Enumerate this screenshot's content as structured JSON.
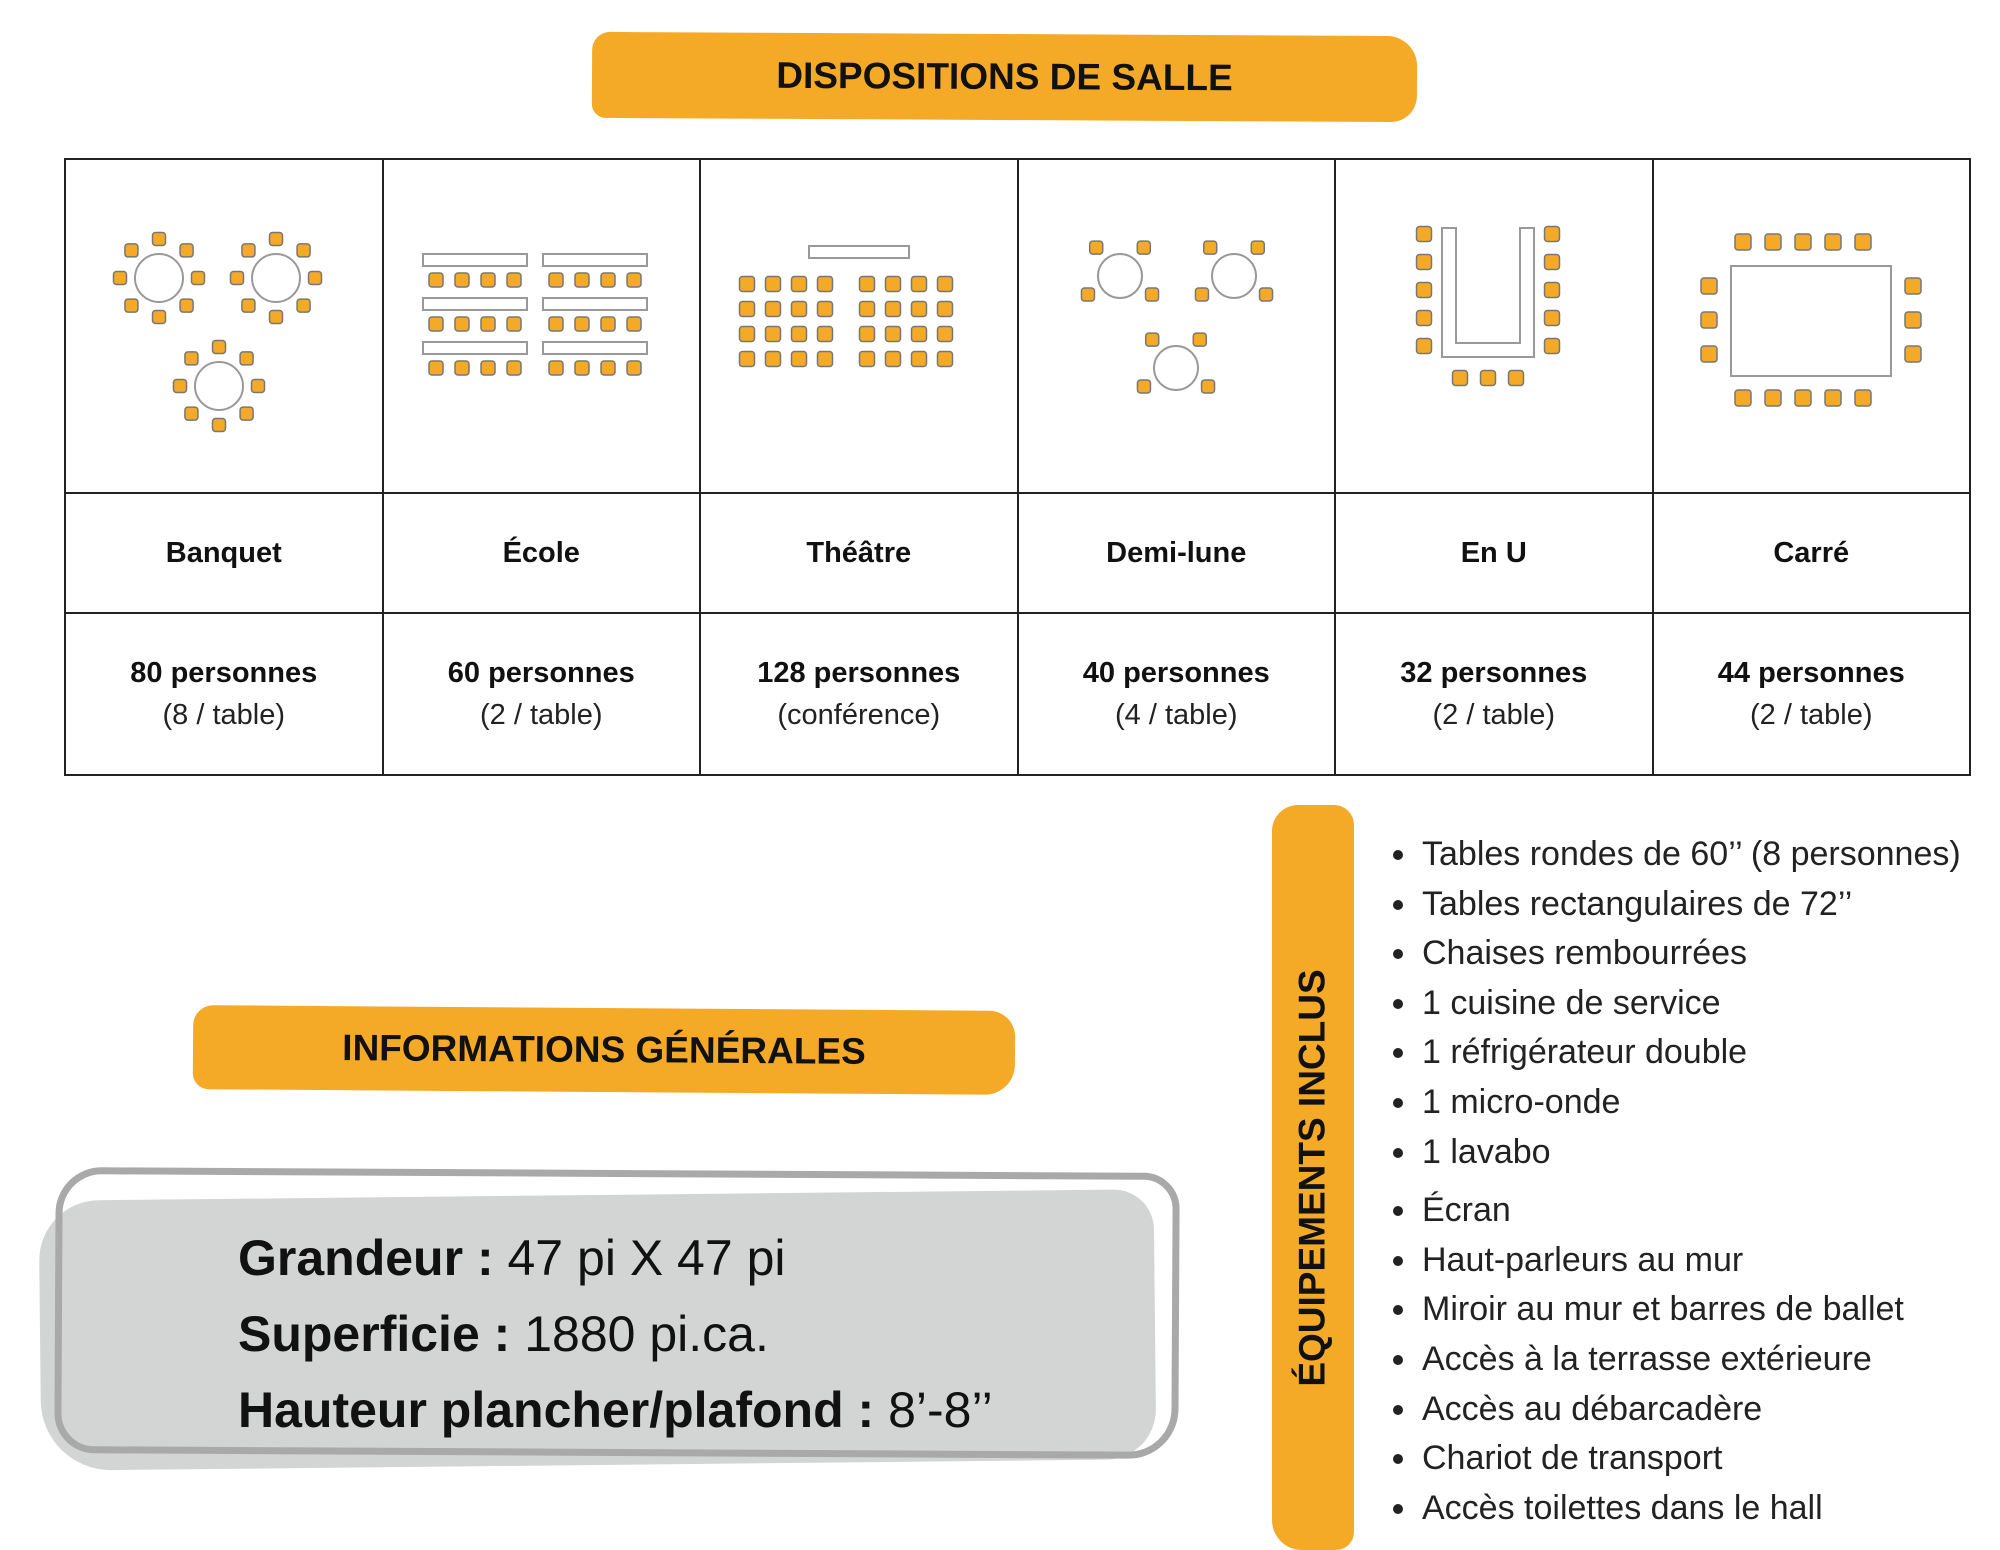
{
  "titles": {
    "dispositions": "DISPOSITIONS DE SALLE",
    "informations": "INFORMATIONS GÉNÉRALES",
    "equipements": "ÉQUIPEMENTS INCLUS"
  },
  "colors": {
    "accent": "#F4AA27",
    "box_fill": "#D3D4D4",
    "box_outline": "#A9A9AA"
  },
  "layouts": [
    {
      "icon": "banquet-layout-icon",
      "name": "Banquet",
      "capacity": "80 personnes",
      "detail": "(8 / table)"
    },
    {
      "icon": "school-layout-icon",
      "name": "École",
      "capacity": "60 personnes",
      "detail": "(2 / table)"
    },
    {
      "icon": "theatre-layout-icon",
      "name": "Théâtre",
      "capacity": "128 personnes",
      "detail": "(conférence)"
    },
    {
      "icon": "half-moon-layout-icon",
      "name": "Demi-lune",
      "capacity": "40 personnes",
      "detail": "(4 / table)"
    },
    {
      "icon": "u-shape-layout-icon",
      "name": "En U",
      "capacity": "32 personnes",
      "detail": "(2 / table)"
    },
    {
      "icon": "square-layout-icon",
      "name": "Carré",
      "capacity": "44 personnes",
      "detail": "(2 / table)"
    }
  ],
  "info": [
    {
      "label": "Grandeur :",
      "value": "47 pi X 47 pi"
    },
    {
      "label": "Superficie :",
      "value": "1880 pi.ca."
    },
    {
      "label": "Hauteur plancher/plafond :",
      "value": "8’-8’’"
    }
  ],
  "equipment": [
    "Tables rondes de 60’’ (8 personnes)",
    "Tables rectangulaires de 72’’",
    "Chaises rembourrées",
    "1 cuisine de service",
    "1 réfrigérateur double",
    "1 micro-onde",
    "1 lavabo",
    "Écran",
    "Haut-parleurs au mur",
    "Miroir au mur et barres de ballet",
    "Accès à la terrasse extérieure",
    "Accès au débarcadère",
    "Chariot de transport",
    "Accès toilettes dans le hall"
  ]
}
